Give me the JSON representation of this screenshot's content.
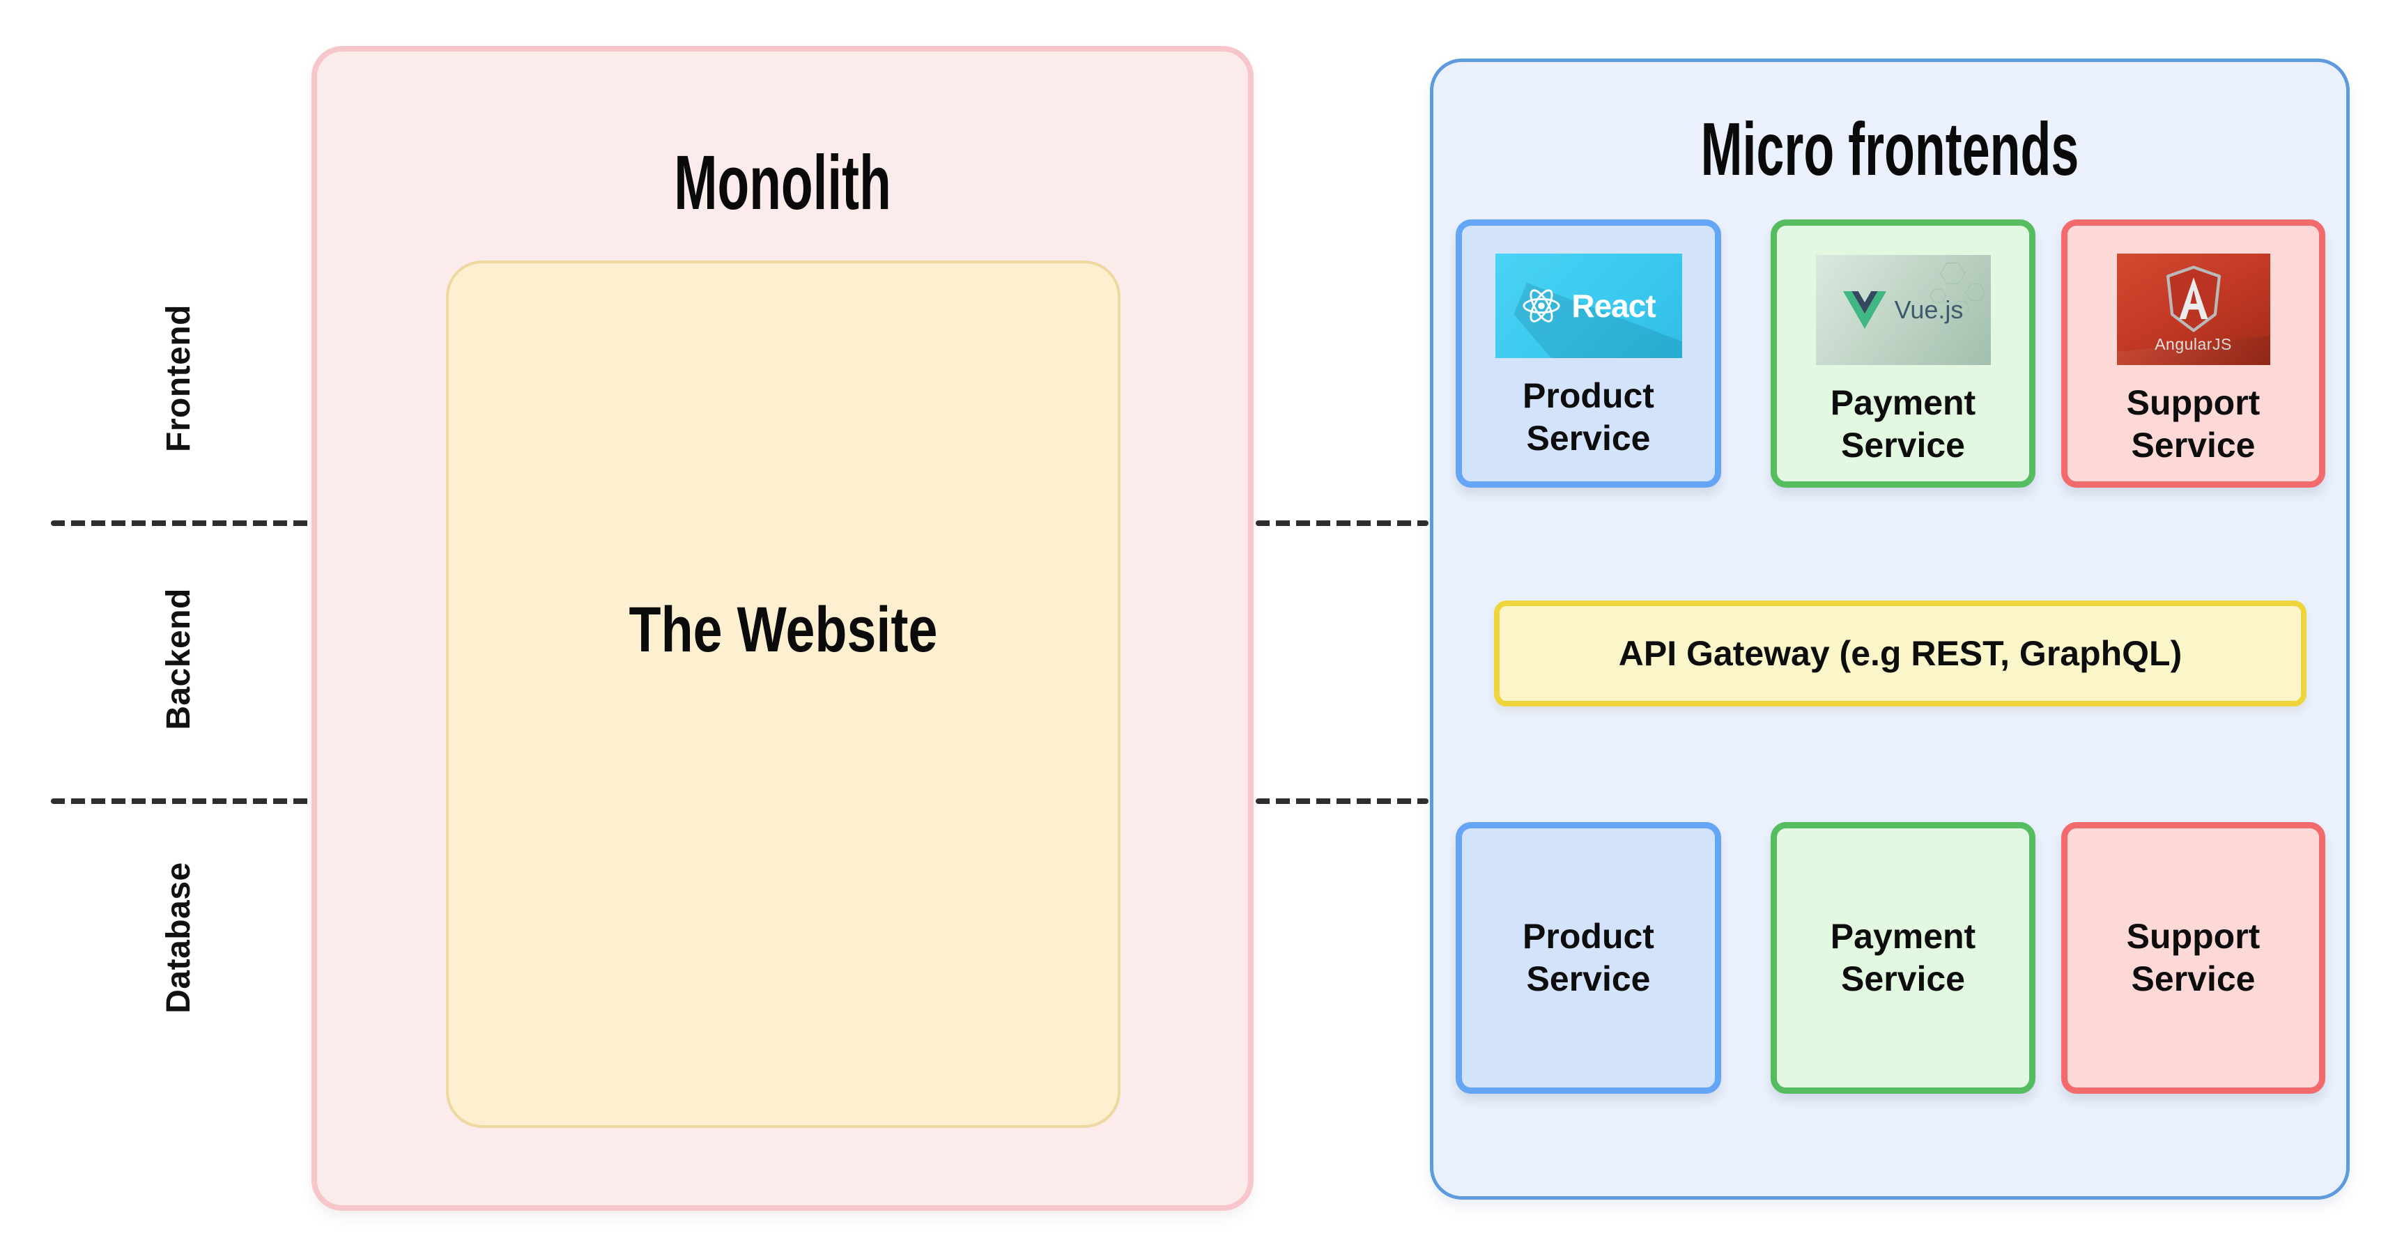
{
  "lanes": {
    "items": [
      {
        "label": "Frontend"
      },
      {
        "label": "Backend"
      },
      {
        "label": "Database"
      }
    ],
    "divider_color": "#2e2e2e"
  },
  "monolith": {
    "title": "Monolith",
    "inner_box_label": "The Website",
    "panel_fill": "#fcebeb",
    "panel_border": "#f7c6cb",
    "inner_fill": "#fcf0d0",
    "inner_border": "#efd8a0"
  },
  "micro_frontends": {
    "title": "Micro frontends",
    "panel_fill": "#eaf1fd",
    "panel_border": "#5e9bde",
    "frontend_services": [
      {
        "label": "Product Service",
        "framework": "React",
        "accent": "#64a5f5",
        "fill": "#d2e3fb",
        "logo_bg": "#3cc9ef"
      },
      {
        "label": "Payment Service",
        "framework": "Vue.js",
        "accent": "#55bc5f",
        "fill": "#e3f8e0",
        "logo_bg": "#c2d6c8"
      },
      {
        "label": "Support Service",
        "framework": "AngularJS",
        "accent": "#f26a6c",
        "fill": "#fcd8d6",
        "logo_bg": "#c43a26"
      }
    ],
    "api_gateway": {
      "label": "API Gateway (e.g REST, GraphQL)",
      "fill": "#fbf6c9",
      "border": "#efd53c"
    },
    "backend_services": [
      {
        "label": "Product Service",
        "accent": "#64a5f5",
        "fill": "#d2e3fb"
      },
      {
        "label": "Payment Service",
        "accent": "#55bc5f",
        "fill": "#e3f8e0"
      },
      {
        "label": "Support Service",
        "accent": "#f26a6c",
        "fill": "#fcd8d6"
      }
    ]
  }
}
